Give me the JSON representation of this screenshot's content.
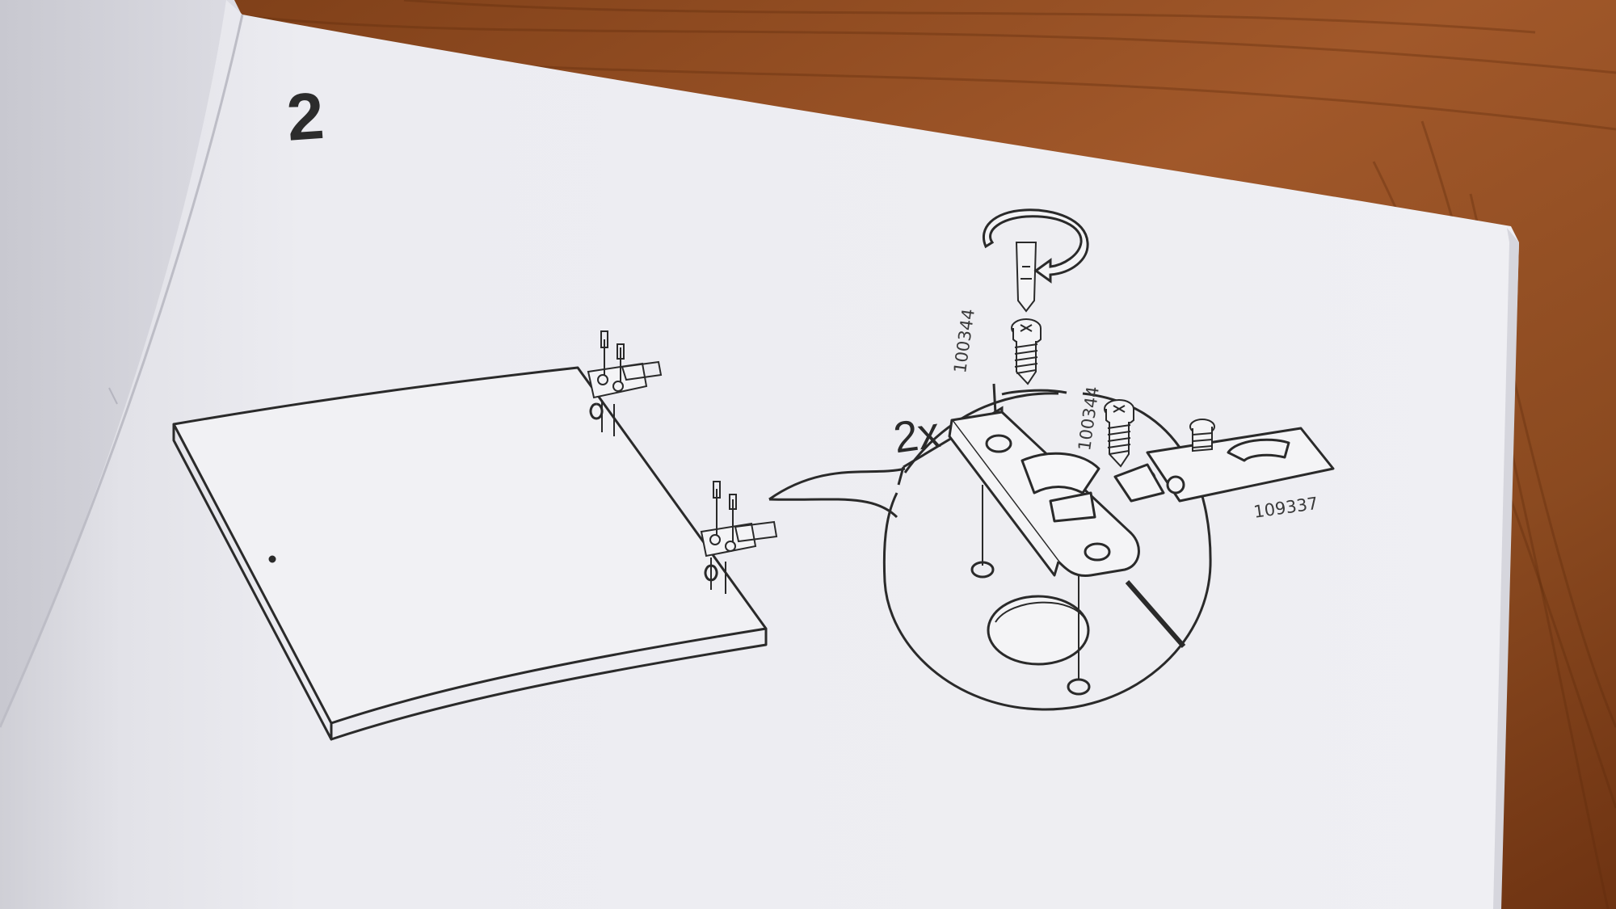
{
  "manual": {
    "step_number": "2",
    "quantity_label": "2x",
    "parts": {
      "upper_screw": "100344",
      "lower_screw": "100344",
      "hinge_plate": "109337"
    }
  },
  "colors": {
    "wood_table": "#8a4a22",
    "paper": "#ececf0",
    "line_art": "#2a2a2a"
  },
  "icons": [
    "screwdriver-icon",
    "rotation-arrow-icon",
    "screw-icon",
    "hinge-icon"
  ]
}
